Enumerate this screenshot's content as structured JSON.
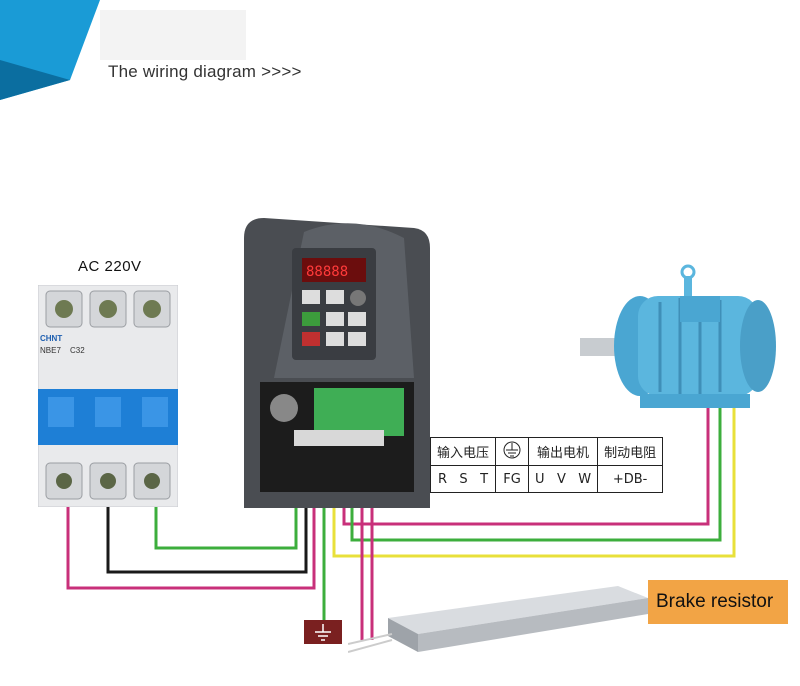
{
  "header": {
    "title": "The wiring diagram >>>>"
  },
  "power": {
    "label": "AC  220V"
  },
  "breaker": {
    "brand": "CHNT",
    "model": "NBE7",
    "rating": "C32"
  },
  "terminals": {
    "headers": [
      "输入电压",
      "输出电机",
      "制动电阻"
    ],
    "input": [
      "R",
      "S",
      "T"
    ],
    "ground": "FG",
    "output": [
      "U",
      "V",
      "W"
    ],
    "brake": "+DB-"
  },
  "brake_resistor": {
    "label": "Brake resistor"
  },
  "colors": {
    "banner": "#1a9bd6",
    "banner_dark": "#0b6ea0",
    "wire_magenta": "#c8307a",
    "wire_black": "#1a1a1a",
    "wire_green": "#3cae3c",
    "wire_yellow": "#e8e03a",
    "motor_blue": "#5bb6de",
    "vfd_body": "#4a4d52",
    "brake_label_bg": "#f2a445",
    "ground_box": "#7a2020"
  },
  "icons": [
    "ground-symbol-icon",
    "breaker-icon",
    "vfd-icon",
    "motor-icon",
    "brake-resistor-icon"
  ]
}
